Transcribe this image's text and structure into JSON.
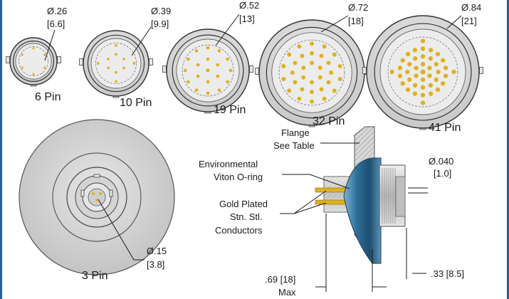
{
  "connectors": [
    {
      "pin_label": "6 Pin",
      "diameter_in": "Ø.26",
      "diameter_mm": "[6.6]"
    },
    {
      "pin_label": "10 Pin",
      "diameter_in": "Ø.39",
      "diameter_mm": "[9.9]"
    },
    {
      "pin_label": "19 Pin",
      "diameter_in": "Ø.52",
      "diameter_mm": "[13]"
    },
    {
      "pin_label": "32 Pin",
      "diameter_in": "Ø.72",
      "diameter_mm": "[18]"
    },
    {
      "pin_label": "41 Pin",
      "diameter_in": "Ø.84",
      "diameter_mm": "[21]"
    }
  ],
  "three_pin": {
    "pin_label": "3 Pin",
    "diameter_in": "Ø.15",
    "diameter_mm": "[3.8]"
  },
  "side_view": {
    "flange_line1": "Flange",
    "flange_line2": "See Table",
    "oring_line1": "Environmental",
    "oring_line2": "Viton O-ring",
    "cond_line1": "Gold Plated",
    "cond_line2": "Stn. Stl.",
    "cond_line3": "Conductors",
    "pin_dia_in": "Ø.040",
    "pin_dia_mm": "[1.0]",
    "length_dim": ".69 [18]",
    "length_max": "Max",
    "thread_dim": ".33 [8.5]"
  },
  "colors": {
    "frame": "#1f5fa8",
    "pin_gold": "#e0b020",
    "body_grey": "#d9d9d9",
    "flange_blue": "#2a6f9a"
  }
}
